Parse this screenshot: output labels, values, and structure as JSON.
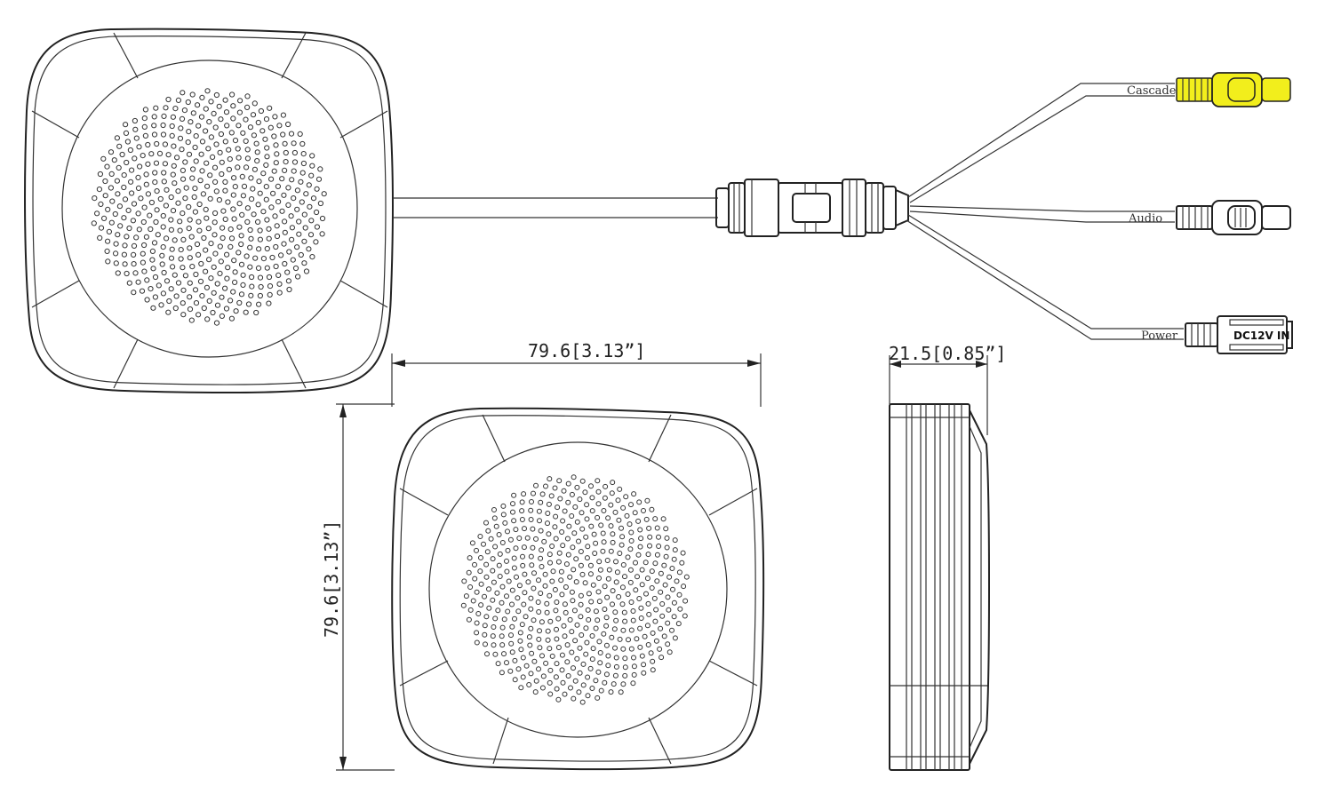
{
  "cable_labels": {
    "cascade": "Cascade",
    "audio": "Audio",
    "power": "Power"
  },
  "power_plug_text": "DC12V IN",
  "dimensions": {
    "width": "79.6[3.13”]",
    "height": "79.6[3.13”]",
    "depth": "21.5[0.85”]"
  },
  "colors": {
    "line": "#222222",
    "cascade_connector": "#f2ee1c",
    "background": "#ffffff"
  }
}
